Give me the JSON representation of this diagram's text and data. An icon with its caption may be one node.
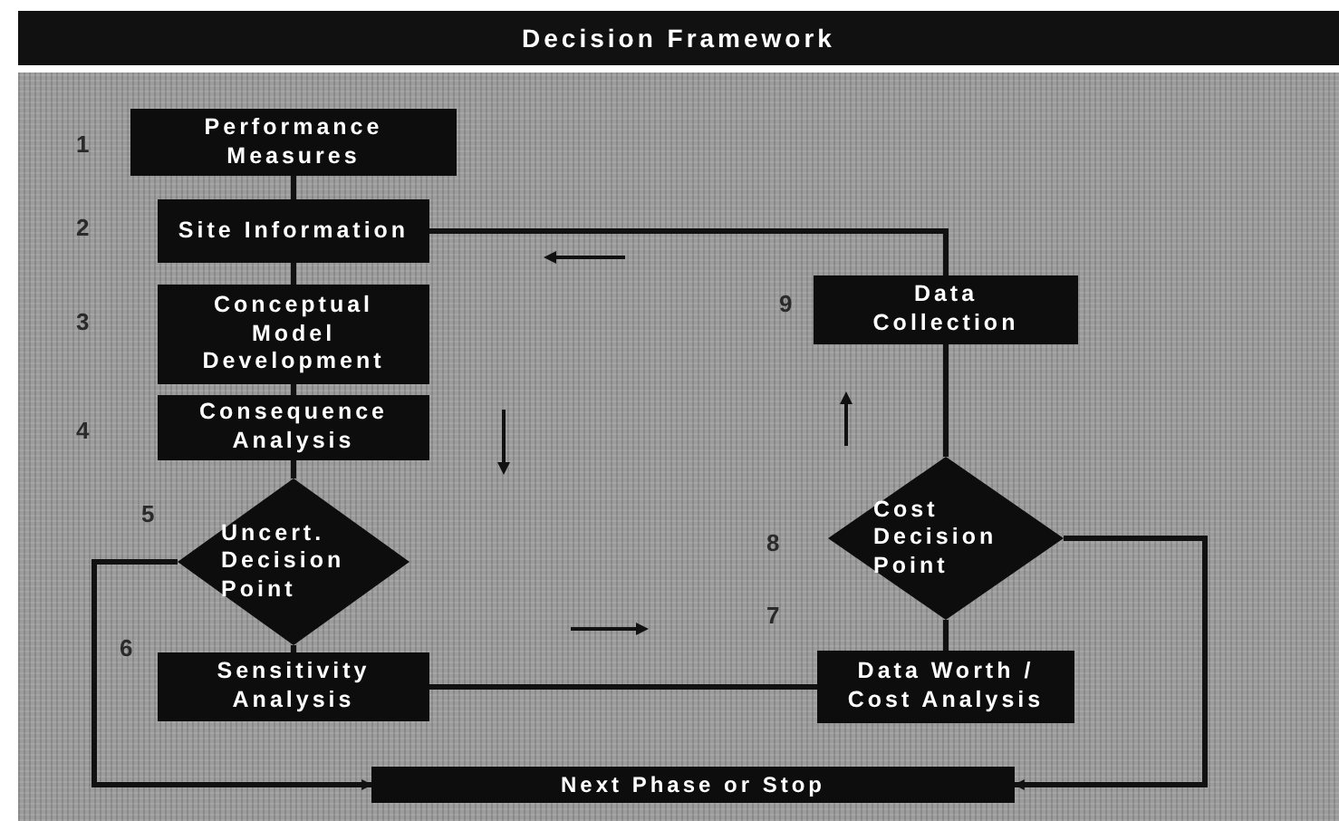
{
  "diagram": {
    "title": "Decision Framework",
    "nodes": [
      {
        "text": [
          "Performance Measures"
        ]
      },
      {
        "text": [
          "Site Information"
        ]
      },
      {
        "text": [
          "Conceptual Model Development"
        ]
      },
      {
        "text": [
          "Consequence Analysis"
        ]
      },
      {
        "text": [
          "Uncert. Decision Point"
        ]
      },
      {
        "text": [
          "Sensitivity Analysis"
        ]
      },
      {
        "text": [
          "Data Collection"
        ]
      },
      {
        "text": [
          "Cost Decision Point"
        ]
      },
      {
        "text": [
          "Data Worth / Cost Analysis"
        ]
      },
      {
        "text": [
          "Next Phase or Stop"
        ]
      }
    ],
    "edges": [
      {
        "from": 0,
        "to": 1,
        "arrow": "none"
      },
      {
        "from": 1,
        "to": 2,
        "arrow": "none"
      },
      {
        "from": 2,
        "to": 3,
        "arrow": "none"
      },
      {
        "from": 3,
        "to": 4,
        "arrow": "none"
      },
      {
        "from": 4,
        "to": 5,
        "arrow": "none"
      },
      {
        "from": 5,
        "to": 8,
        "arrow": "none"
      },
      {
        "from": 8,
        "to": 7,
        "arrow": "none"
      },
      {
        "from": 7,
        "to": 6,
        "arrow": "none"
      },
      {
        "from": 6,
        "to": 1,
        "arrow": "none"
      },
      {
        "from": 4,
        "to": 9,
        "arrow": "to"
      },
      {
        "from": 7,
        "to": 9,
        "arrow": "to"
      }
    ],
    "labels": [
      "1",
      "2",
      "9",
      "3",
      "4",
      "5",
      "8",
      "7",
      "6"
    ]
  }
}
